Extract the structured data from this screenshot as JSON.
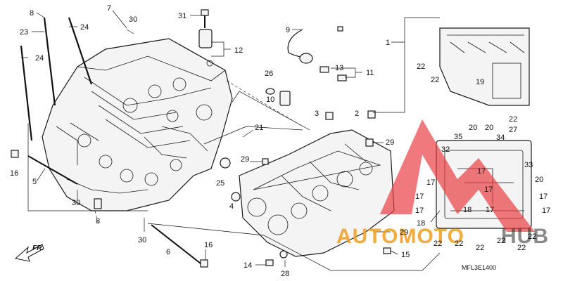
{
  "diagram": {
    "code": "MFL3E1400",
    "front_marker": "FR.",
    "callouts": [
      {
        "id": "c8",
        "text": "8"
      },
      {
        "id": "c7",
        "text": "7"
      },
      {
        "id": "c30a",
        "text": "30"
      },
      {
        "id": "c23",
        "text": "23"
      },
      {
        "id": "c24a",
        "text": "24"
      },
      {
        "id": "c24b",
        "text": "24"
      },
      {
        "id": "c31",
        "text": "31"
      },
      {
        "id": "c12",
        "text": "12"
      },
      {
        "id": "c9",
        "text": "9"
      },
      {
        "id": "c13",
        "text": "13"
      },
      {
        "id": "c11",
        "text": "11"
      },
      {
        "id": "c26",
        "text": "26"
      },
      {
        "id": "c10",
        "text": "10"
      },
      {
        "id": "c1",
        "text": "1"
      },
      {
        "id": "c22a",
        "text": "22"
      },
      {
        "id": "c22b",
        "text": "22"
      },
      {
        "id": "c19",
        "text": "19"
      },
      {
        "id": "c3",
        "text": "3"
      },
      {
        "id": "c2",
        "text": "2"
      },
      {
        "id": "c21",
        "text": "21"
      },
      {
        "id": "c29a",
        "text": "29"
      },
      {
        "id": "c29b",
        "text": "29"
      },
      {
        "id": "c16a",
        "text": "16"
      },
      {
        "id": "c5",
        "text": "5"
      },
      {
        "id": "c30b",
        "text": "30"
      },
      {
        "id": "c8b",
        "text": "8"
      },
      {
        "id": "c25",
        "text": "25"
      },
      {
        "id": "c4",
        "text": "4"
      },
      {
        "id": "c30c",
        "text": "30"
      },
      {
        "id": "c6",
        "text": "6"
      },
      {
        "id": "c16b",
        "text": "16"
      },
      {
        "id": "c14",
        "text": "14"
      },
      {
        "id": "c28",
        "text": "28"
      },
      {
        "id": "c15",
        "text": "15"
      },
      {
        "id": "c29c",
        "text": "29"
      },
      {
        "id": "c18",
        "text": "18"
      },
      {
        "id": "c32",
        "text": "32"
      },
      {
        "id": "c35",
        "text": "35"
      },
      {
        "id": "c20a",
        "text": "20"
      },
      {
        "id": "c20b",
        "text": "20"
      },
      {
        "id": "c34",
        "text": "34"
      },
      {
        "id": "c22c",
        "text": "22"
      },
      {
        "id": "c27",
        "text": "27"
      },
      {
        "id": "c33",
        "text": "33"
      },
      {
        "id": "c20c",
        "text": "20"
      },
      {
        "id": "c17a",
        "text": "17"
      },
      {
        "id": "c17b",
        "text": "17"
      },
      {
        "id": "c17c",
        "text": "17"
      },
      {
        "id": "c17d",
        "text": "17"
      },
      {
        "id": "c17e",
        "text": "17"
      },
      {
        "id": "c17f",
        "text": "17"
      },
      {
        "id": "c17g",
        "text": "17"
      },
      {
        "id": "c17h",
        "text": "17"
      },
      {
        "id": "c18b",
        "text": "18"
      },
      {
        "id": "c22d",
        "text": "22"
      },
      {
        "id": "c22e",
        "text": "22"
      },
      {
        "id": "c22f",
        "text": "22"
      },
      {
        "id": "c22g",
        "text": "22"
      },
      {
        "id": "c22h",
        "text": "22"
      },
      {
        "id": "c22i",
        "text": "22"
      }
    ]
  },
  "watermark": {
    "brand_left": "AUTOMOTO",
    "brand_right": "HUB",
    "color_red": "#e8393d",
    "color_orange": "#f0a22a"
  }
}
